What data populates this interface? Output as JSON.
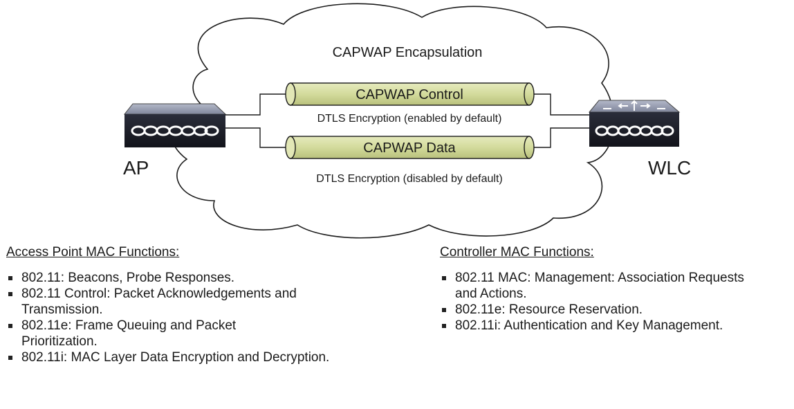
{
  "cloud": {
    "label": "CAPWAP Encapsulation"
  },
  "tunnels": {
    "control": {
      "label": "CAPWAP Control",
      "encryption": "DTLS Encryption (enabled by default)"
    },
    "data": {
      "label": "CAPWAP Data",
      "encryption": "DTLS Encryption (disabled by default)"
    }
  },
  "devices": {
    "ap": {
      "label": "AP"
    },
    "wlc": {
      "label": "WLC"
    }
  },
  "ap_functions": {
    "heading": "Access Point MAC Functions:",
    "items": [
      "802.11: Beacons, Probe Responses.",
      "802.11 Control: Packet Acknowledgements and Transmission.",
      "802.11e: Frame Queuing and Packet Prioritization.",
      "802.11i: MAC Layer Data Encryption and Decryption."
    ]
  },
  "controller_functions": {
    "heading": "Controller MAC Functions:",
    "items": [
      "802.11 MAC: Management: Association Requests and Actions.",
      "802.11e: Resource Reservation.",
      "802.11i: Authentication and Key Management."
    ]
  },
  "colors": {
    "tunnel_fill": "#d5dd9f",
    "device_top": "#9aa0b4",
    "device_body": "#1c1e29"
  }
}
